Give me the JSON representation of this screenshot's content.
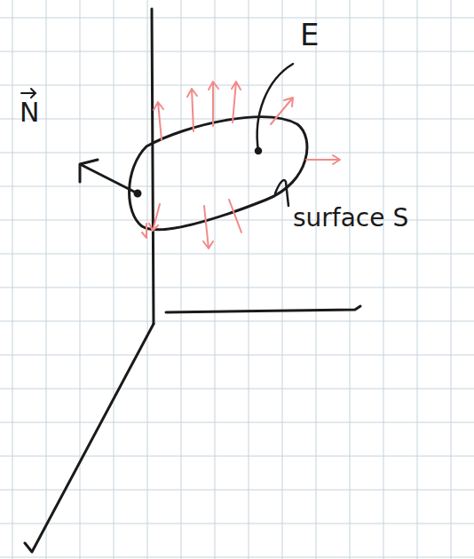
{
  "diagram": {
    "labels": [
      "E",
      "N",
      "surface S"
    ]
  }
}
